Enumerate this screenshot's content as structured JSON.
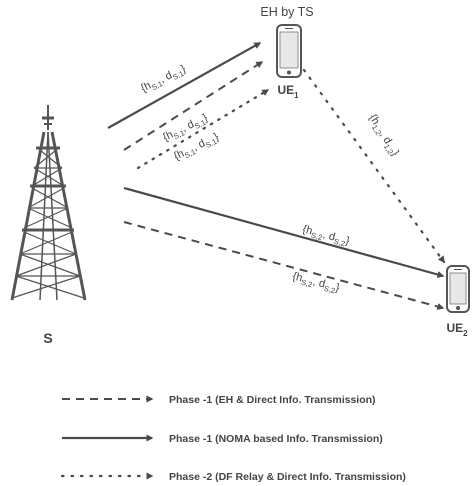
{
  "diagram": {
    "eh_caption": "EH by TS",
    "source_label": "S",
    "ue1": {
      "base": "UE",
      "sub": "1"
    },
    "ue2": {
      "base": "UE",
      "sub": "2"
    },
    "link_labels": {
      "s_ue1_solid": {
        "pre": "{h",
        "sub1": "S,1",
        "mid": ", d",
        "sub2": "S,1",
        "post": "}"
      },
      "s_ue1_dashed": {
        "pre": "{h",
        "sub1": "S,1",
        "mid": ", d",
        "sub2": "S,1",
        "post": "}"
      },
      "s_ue1_dotted": {
        "pre": "{h",
        "sub1": "S,1",
        "mid": ", d",
        "sub2": "S,1",
        "post": "}"
      },
      "ue1_ue2_dotted": {
        "pre": "{h",
        "sub1": "1,2",
        "mid": ", d",
        "sub2": "1,2",
        "post": "}"
      },
      "s_ue2_solid": {
        "pre": "{h",
        "sub1": "S,2",
        "mid": ", d",
        "sub2": "S,2",
        "post": "}"
      },
      "s_ue2_dashed": {
        "pre": "{h",
        "sub1": "S,2",
        "mid": ", d",
        "sub2": "S,2",
        "post": "}"
      }
    },
    "line_color": "#4a4a4a"
  },
  "legend": [
    {
      "style": "dashed",
      "text": "Phase -1 (EH & Direct Info. Transmission)"
    },
    {
      "style": "solid",
      "text": "Phase -1 (NOMA based Info. Transmission)"
    },
    {
      "style": "dotted",
      "text": "Phase -2 (DF Relay & Direct Info. Transmission)"
    }
  ]
}
